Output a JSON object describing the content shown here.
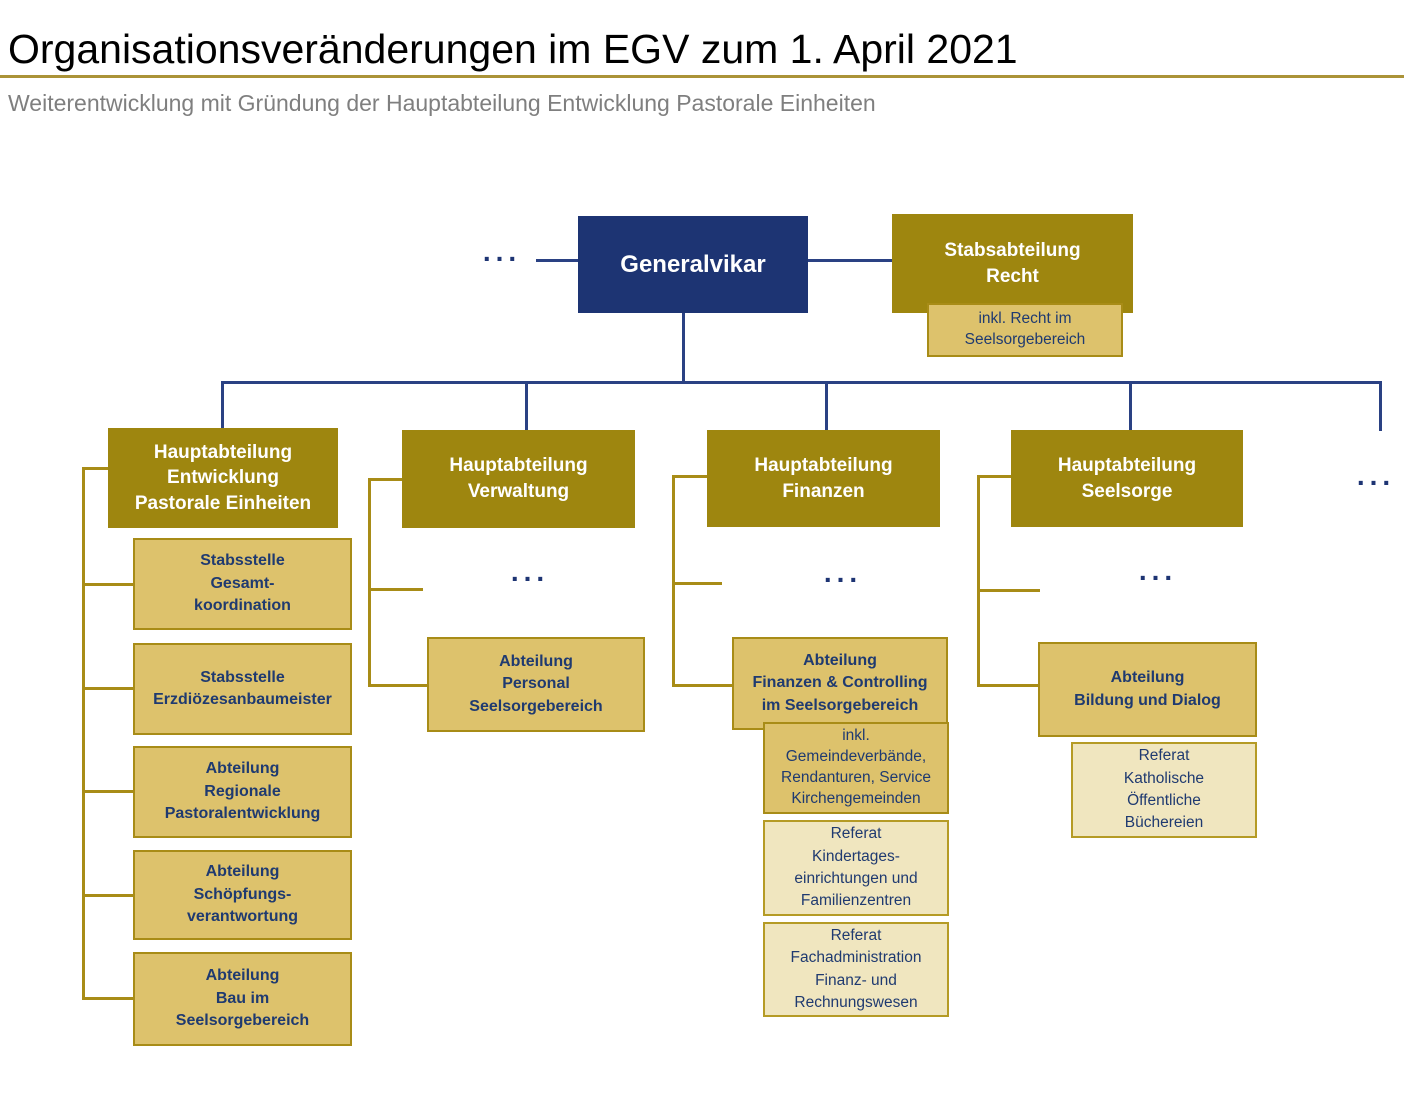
{
  "header": {
    "title": "Organisationsveränderungen im EGV zum 1. April 2021",
    "subtitle": "Weiterentwicklung mit Gründung der Hauptabteilung Entwicklung Pastorale Einheiten"
  },
  "colors": {
    "navy_box": "#1d3473",
    "connector_blue": "#2a4183",
    "gold_box": "#9e860f",
    "tan_box": "#ddc26c",
    "tan_border": "#a88c17",
    "cream_box": "#f0e6bf",
    "cream_border": "#b59b25",
    "box_text_navy": "#1f3a70",
    "title_rule_gold": "#ab9338",
    "subtitle_gray": "#7f7f7f"
  },
  "top": {
    "left_ellipsis": "...",
    "generalvikar": "Generalvikar",
    "stabsabteilung_recht": "Stabsabteilung\nRecht",
    "stabsabteilung_note": "inkl. Recht im\nSeelsorgebereich",
    "right_ellipsis": "..."
  },
  "columns": [
    {
      "title": "Hauptabteilung\nEntwicklung\nPastorale Einheiten",
      "children": [
        {
          "label": "Stabsstelle\nGesamt-\nkoordination"
        },
        {
          "label": "Stabsstelle\nErzdiözesanbaumeister"
        },
        {
          "label": "Abteilung\nRegionale\nPastoralentwicklung"
        },
        {
          "label": "Abteilung\nSchöpfungs-\nverantwortung"
        },
        {
          "label": "Abteilung\nBau im\nSeelsorgebereich"
        }
      ]
    },
    {
      "title": "Hauptabteilung\nVerwaltung",
      "ellipsis": "...",
      "children": [
        {
          "label": "Abteilung\nPersonal\nSeelsorgebereich"
        }
      ]
    },
    {
      "title": "Hauptabteilung\nFinanzen",
      "ellipsis": "...",
      "children": [
        {
          "label": "Abteilung\nFinanzen & Controlling\nim Seelsorgebereich"
        },
        {
          "label": "inkl.\nGemeindeverbände,\nRendanturen, Service\nKirchengemeinden"
        },
        {
          "label": "Referat\nKindertages-\neinrichtungen und\nFamilienzentren"
        },
        {
          "label": "Referat\nFachadministration\nFinanz- und\nRechnungswesen"
        }
      ]
    },
    {
      "title": "Hauptabteilung\nSeelsorge",
      "ellipsis": "...",
      "children": [
        {
          "label": "Abteilung\nBildung und Dialog"
        },
        {
          "label": "Referat\nKatholische\nÖffentliche\nBüchereien"
        }
      ]
    }
  ]
}
